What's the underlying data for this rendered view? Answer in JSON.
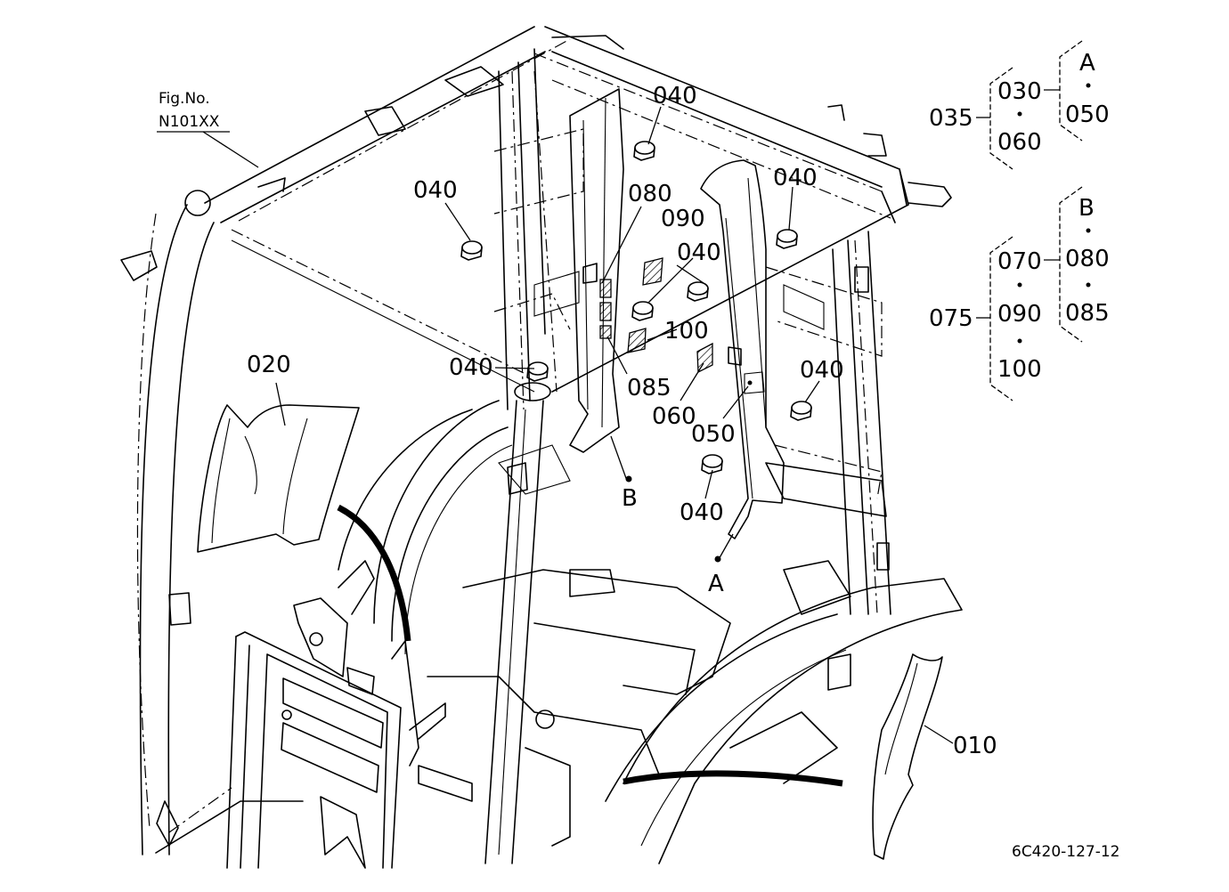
{
  "figure": {
    "fig_no_label": "Fig.No.",
    "fig_no_value": "N101XX",
    "drawing_code": "6C420-127-12"
  },
  "callouts": {
    "c010": "010",
    "c020": "020",
    "c040_a": "040",
    "c040_b": "040",
    "c040_c": "040",
    "c040_d": "040",
    "c040_e": "040",
    "c040_f": "040",
    "c040_g": "040",
    "c050": "050",
    "c060": "060",
    "c080": "080",
    "c085": "085",
    "c090": "090",
    "c100": "100",
    "ref_a": "A",
    "ref_b": "B"
  },
  "groups": {
    "group_035": {
      "parent": "035",
      "children": [
        "030",
        "060"
      ],
      "set_letter": "A",
      "set_children": [
        "050"
      ]
    },
    "group_075": {
      "parent": "075",
      "children": [
        "070",
        "090",
        "100"
      ],
      "set_letter": "B",
      "set_children": [
        "080",
        "085"
      ]
    }
  }
}
